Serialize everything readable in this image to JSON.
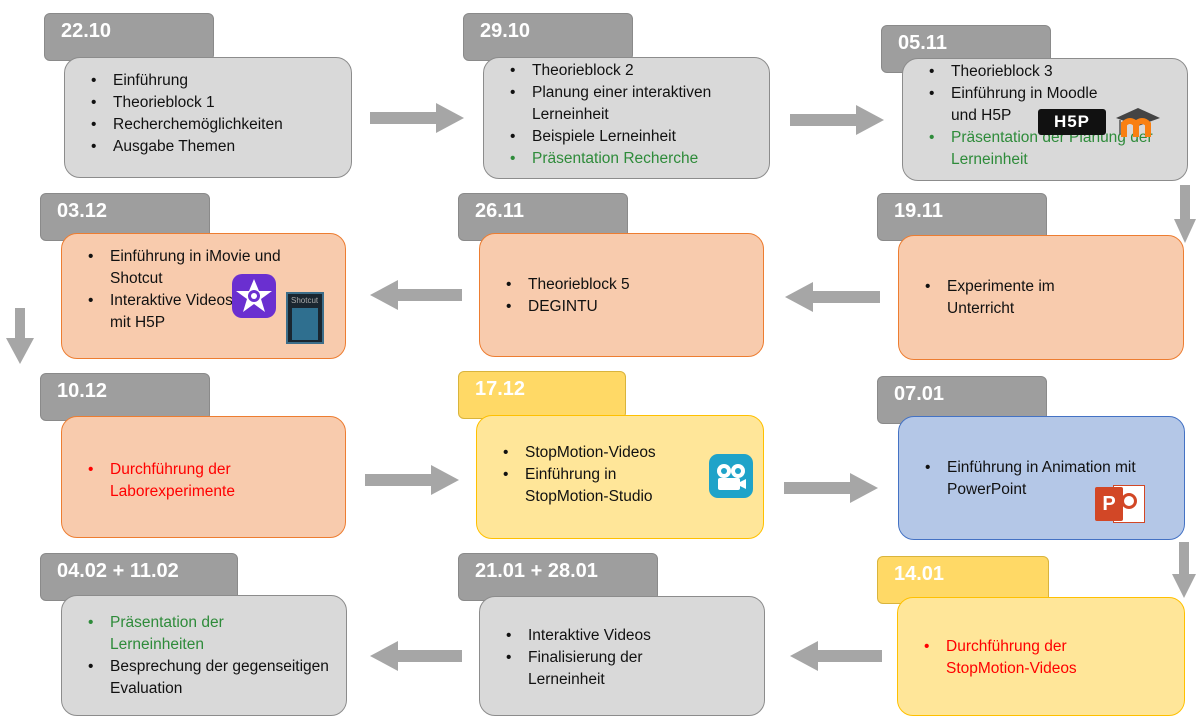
{
  "colors": {
    "gray_tab": "#9e9e9e",
    "yellow_tab": "#ffd966",
    "gray_box": "#d9d9d9",
    "orange_box": "#f8cbad",
    "yellow_box": "#ffe699",
    "blue_box": "#b4c7e7",
    "green_text": "#2e8b3a",
    "red_text": "#ff0000",
    "arrow": "#a6a6a6"
  },
  "blocks": [
    {
      "date": "22.10",
      "items": [
        "Einführung",
        "Theorieblock 1",
        "Recherchemöglichkeiten",
        "Ausgabe Themen"
      ]
    },
    {
      "date": "29.10",
      "items": [
        "Theorieblock 2",
        "Planung einer interaktiven Lerneinheit",
        "Beispiele Lerneinheit",
        "Präsentation Recherche"
      ]
    },
    {
      "date": "05.11",
      "items": [
        "Theorieblock 3",
        "Einführung in Moodle und H5P",
        "Präsentation der Planung der Lerneinheit"
      ]
    },
    {
      "date": "03.12",
      "items": [
        "Einführung in iMovie und Shotcut",
        "Interaktive Videos mit H5P"
      ]
    },
    {
      "date": "26.11",
      "items": [
        "Theorieblock 5",
        "DEGINTU"
      ]
    },
    {
      "date": "19.11",
      "items": [
        "Experimente im Unterricht"
      ]
    },
    {
      "date": "10.12",
      "items": [
        "Durchführung der Laborexperimente"
      ]
    },
    {
      "date": "17.12",
      "items": [
        "StopMotion-Videos",
        "Einführung in StopMotion-Studio"
      ]
    },
    {
      "date": "07.01",
      "items": [
        "Einführung in Animation mit PowerPoint"
      ]
    },
    {
      "date": "04.02 + 11.02",
      "items": [
        "Präsentation der Lerneinheiten",
        "Besprechung der gegenseitigen Evaluation"
      ]
    },
    {
      "date": "21.01 + 28.01",
      "items": [
        "Interaktive Videos",
        "Finalisierung der Lerneinheit"
      ]
    },
    {
      "date": "14.01",
      "items": [
        "Durchführung der StopMotion-Videos"
      ]
    }
  ],
  "logos": {
    "h5p": "H5P",
    "shotcut": "Shotcut",
    "powerpoint": "P"
  }
}
